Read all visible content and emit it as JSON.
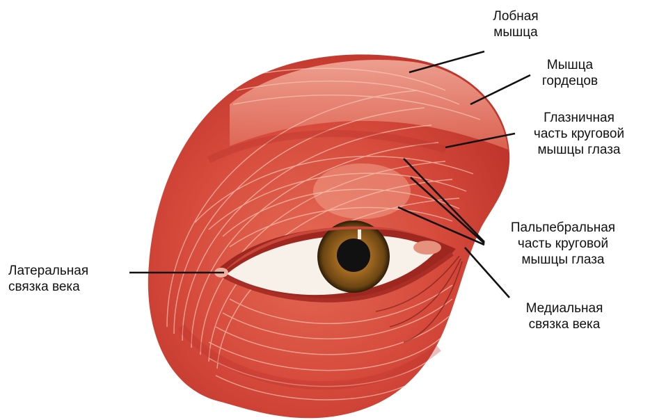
{
  "labels": {
    "frontalis": {
      "line1": "Лобная",
      "line2": "мышца"
    },
    "procerus": {
      "line1": "Мышца",
      "line2": "гордецов"
    },
    "orbital": {
      "line1": "Глазничная",
      "line2": "часть круговой",
      "line3": "мышцы глаза"
    },
    "palpebral": {
      "line1": "Пальпебральная",
      "line2": "часть круговой",
      "line3": "мышцы глаза"
    },
    "lateral_ligament": {
      "line1": "Латеральная",
      "line2": "связка века"
    },
    "medial_ligament": {
      "line1": "Медиальная",
      "line2": "связка века"
    }
  },
  "colors": {
    "muscle_dark": "#c9382f",
    "muscle_mid": "#e05a4a",
    "muscle_light": "#f2a08c",
    "fiber": "#f6c2b0",
    "iris": "#8a5a1c",
    "pupil": "#111111",
    "sclera": "#f7f1ea"
  }
}
